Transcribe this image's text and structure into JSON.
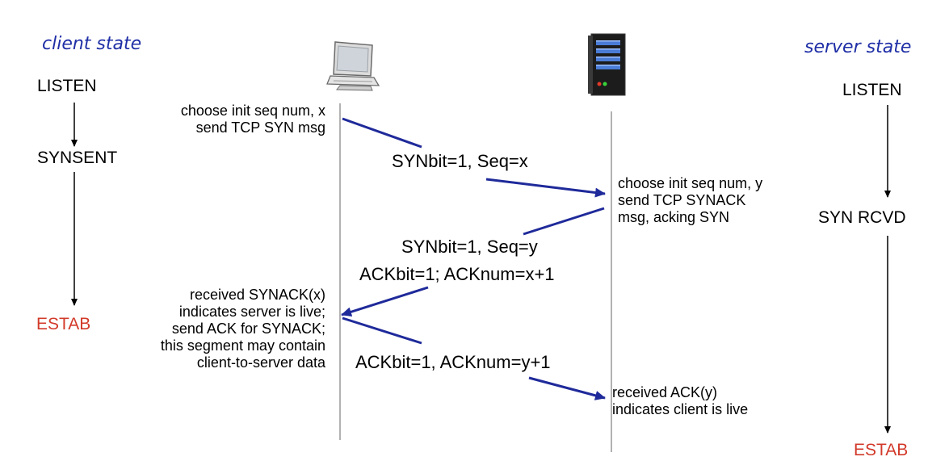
{
  "colors": {
    "header": "#1f2fa6",
    "estab": "#d23a2a",
    "arrow": "#1f2a9a",
    "timeline": "#999999"
  },
  "headers": {
    "client": "client state",
    "server": "server state"
  },
  "icons": {
    "client": "desktop-computer-icon",
    "server": "server-tower-icon"
  },
  "client_states": {
    "listen": "LISTEN",
    "synsent": "SYNSENT",
    "estab": "ESTAB"
  },
  "server_states": {
    "listen": "LISTEN",
    "synrcvd": "SYN RCVD",
    "estab": "ESTAB"
  },
  "client_notes": {
    "init": [
      "choose init seq num, x",
      "send TCP SYN msg"
    ],
    "received": [
      "received SYNACK(x)",
      "indicates server is live;",
      "send ACK for SYNACK;",
      "this segment may contain",
      "client-to-server data"
    ]
  },
  "server_notes": {
    "init": [
      "choose init seq num, y",
      "send TCP SYNACK",
      "msg, acking SYN"
    ],
    "received": [
      "received ACK(y)",
      "indicates client is live"
    ]
  },
  "messages": {
    "syn": "SYNbit=1, Seq=x",
    "synack_1": "SYNbit=1, Seq=y",
    "synack_2": "ACKbit=1; ACKnum=x+1",
    "ack": "ACKbit=1, ACKnum=y+1"
  }
}
